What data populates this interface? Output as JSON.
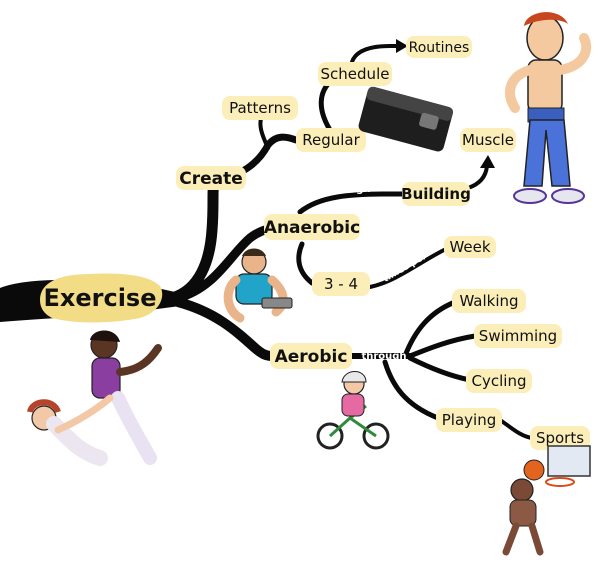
{
  "mindmap": {
    "central": "Exercise",
    "nodes": {
      "create": "Create",
      "patterns": "Patterns",
      "regular": "Regular",
      "schedule": "Schedule",
      "routines": "Routines",
      "anaerobic": "Anaerobic",
      "building": "Building",
      "muscle": "Muscle",
      "three_four": "3 - 4",
      "week": "Week",
      "aerobic": "Aerobic",
      "walking": "Walking",
      "swimming": "Swimming",
      "cycling": "Cycling",
      "playing": "Playing",
      "sports": "Sports"
    },
    "connectors": {
      "through_anaerobic": "through",
      "times_per": "times per",
      "through_aerobic": "through"
    },
    "colors": {
      "branch": "#0a0a0a",
      "bubble": "#fbeeb9",
      "central_bubble": "#f3dc86"
    },
    "illustrations": [
      "wallet",
      "muscle-man",
      "weightlifter",
      "stretching-women",
      "cyclist",
      "basketball-player"
    ]
  }
}
